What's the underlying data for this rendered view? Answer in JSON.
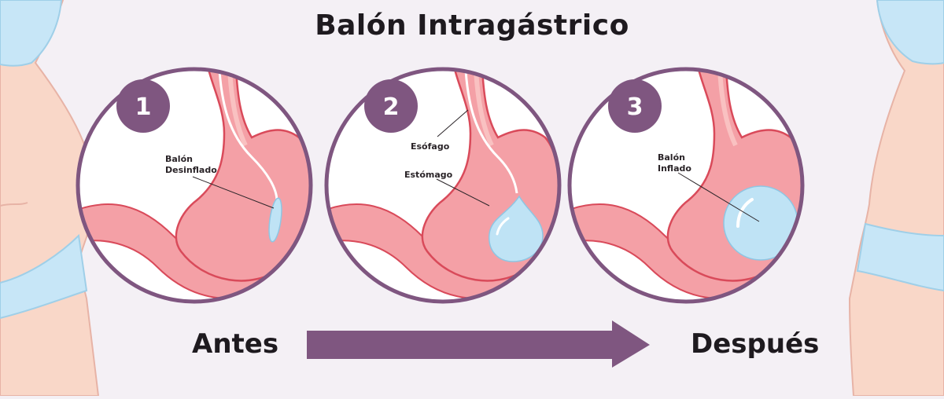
{
  "title": "Balón Intragástrico",
  "steps": [
    {
      "number": "1",
      "labels": [
        "Balón",
        "Desinflado"
      ]
    },
    {
      "number": "2",
      "labels_esofago": "Esófago",
      "labels_estomago": "Estómago"
    },
    {
      "number": "3",
      "labels": [
        "Balón",
        "Inflado"
      ]
    }
  ],
  "before_label": "Antes",
  "after_label": "Después",
  "colors": {
    "accent_purple": "#7f5680",
    "stomach_pink": "#f4a0a6",
    "stomach_inner": "#f9c1c1",
    "outline": "#d94a5a",
    "balloon_blue": "#bfe3f5",
    "skin": "#f9d7c8",
    "garment_blue": "#c7e6f7"
  }
}
